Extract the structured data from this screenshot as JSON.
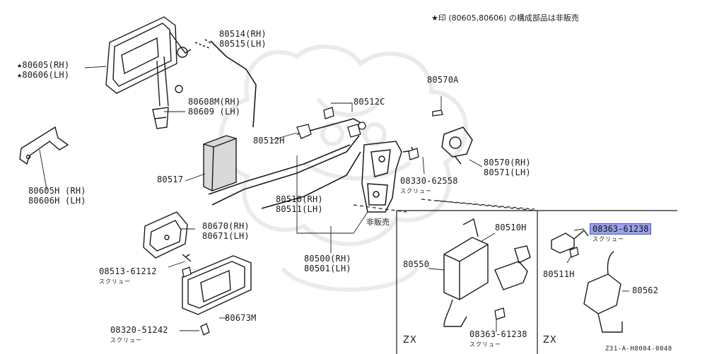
{
  "note": "★印 (80605,80606) の構成部品は非販売",
  "screw_text": "スクリュー",
  "not_for_sale": "非販売",
  "labels": {
    "p80514": "80514(RH)",
    "p80515": "80515(LH)",
    "p80605": "★80605(RH)",
    "p80606": "★80606(LH)",
    "p80608m": "80608M(RH)",
    "p80609": "80609 (LH)",
    "p80512c": "80512C",
    "p80570a": "80570A",
    "p80512h": "80512H",
    "p80605h": "80605H (RH)",
    "p80606h": "80606H (LH)",
    "p80517": "80517",
    "p80570": "80570(RH)",
    "p80571": "80571(LH)",
    "p08330": "08330-62558",
    "p80510": "80510(RH)",
    "p80511": "80511(LH)",
    "p80670": "80670(RH)",
    "p80671": "80671(LH)",
    "p08513": "08513-61212",
    "p80500": "80500(RH)",
    "p80501": "80501(LH)",
    "p80510h": "80510H",
    "p80550": "80550",
    "p08363a": "08363-61238",
    "p08363b": "08363-61238",
    "p80511h": "80511H",
    "p80562": "80562",
    "p80673m": "80673M",
    "p08320": "08320-51242"
  },
  "zx_left": "ZX",
  "zx_right": "ZX",
  "figure_code": "Z31-A-H8004-0048"
}
